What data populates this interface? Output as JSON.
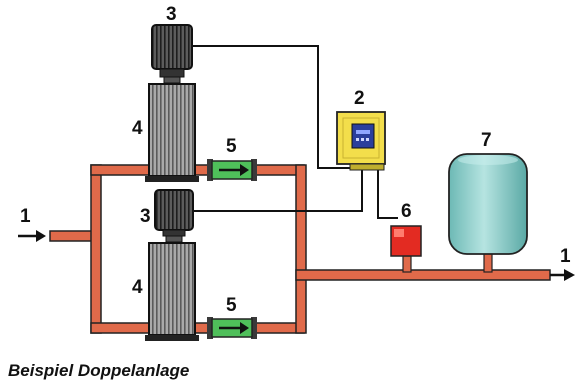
{
  "caption": "Beispiel Doppelanlage",
  "labels": {
    "inlet": "1",
    "outlet": "1",
    "controller": "2",
    "motor_upper": "3",
    "motor_lower": "3",
    "pump_upper": "4",
    "pump_lower": "4",
    "check_valve_upper": "5",
    "check_valve_lower": "5",
    "pressure_switch": "6",
    "pressure_vessel": "7"
  },
  "colors": {
    "pipe": "#e06a4a",
    "pipe_outline": "#222222",
    "pump_body": "#8e8e8e",
    "motor": "#3a3a3a",
    "check_valve": "#4fbf5a",
    "controller": "#f3de4b",
    "controller_screen": "#2b3f9c",
    "pressure_switch": "#e32b22",
    "vessel": "#7fc8c4",
    "wire": "#111111"
  }
}
